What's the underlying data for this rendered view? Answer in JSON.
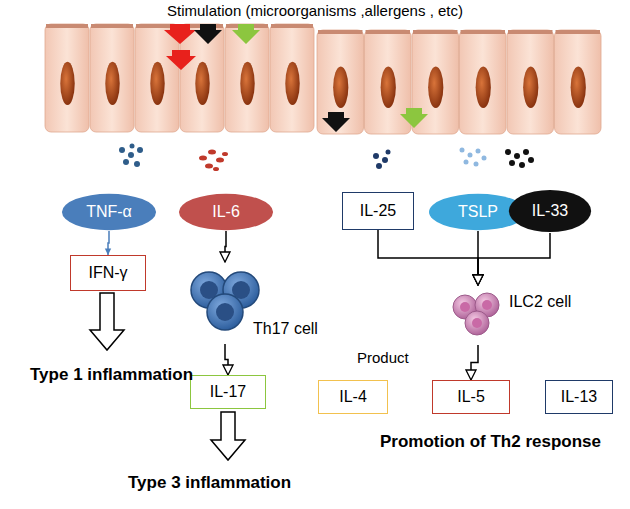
{
  "diagram": {
    "title": "Stimulation (microorganisms ,allergens , etc)",
    "nodes": [
      {
        "text": [
          "TNF-α"
        ]
      },
      {
        "text": [
          "IL-6"
        ]
      },
      {
        "text": [
          "IL-25"
        ]
      },
      {
        "text": [
          "TSLP"
        ]
      },
      {
        "text": [
          "IL-33"
        ]
      },
      {
        "text": [
          "IFN-γ"
        ]
      },
      {
        "text": [
          "Th17 cell"
        ]
      },
      {
        "text": [
          "ILC2 cell"
        ]
      },
      {
        "text": [
          "IL-17"
        ]
      },
      {
        "text": [
          "IL-4"
        ]
      },
      {
        "text": [
          "IL-5"
        ]
      },
      {
        "text": [
          "IL-13"
        ]
      }
    ],
    "edges": [
      {
        "from": 0,
        "to": 5,
        "arrow": "to"
      },
      {
        "from": 1,
        "to": 6,
        "arrow": "to"
      },
      {
        "from": 6,
        "to": 8,
        "arrow": "to"
      },
      {
        "from": 2,
        "to": 7,
        "arrow": "to"
      },
      {
        "from": 3,
        "to": 7,
        "arrow": "to"
      },
      {
        "from": 4,
        "to": 7,
        "arrow": "to"
      },
      {
        "from": 7,
        "to": 10,
        "arrow": "to"
      }
    ],
    "labels": [
      "Product",
      "Type 1 inflammation",
      "Type 3 inflammation",
      "Promotion of Th2 response"
    ]
  }
}
